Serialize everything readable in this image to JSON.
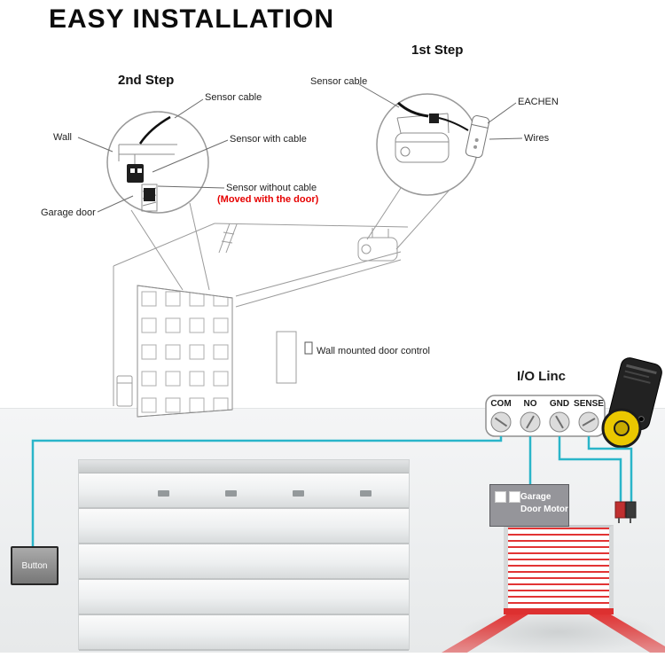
{
  "title": "EASY INSTALLATION",
  "callouts": {
    "step2": {
      "title": "2nd Step",
      "sensor_cable": "Sensor cable",
      "wall": "Wall",
      "sensor_with_cable": "Sensor with cable",
      "garage_door": "Garage door",
      "sensor_without_cable": "Sensor without cable",
      "moved_note": "(Moved with the door)"
    },
    "step1": {
      "title": "1st Step",
      "sensor_cable": "Sensor cable",
      "brand": "EACHEN",
      "wires": "Wires"
    }
  },
  "main": {
    "wall_control": "Wall mounted door control"
  },
  "io": {
    "title": "I/O Linc",
    "terminals": [
      "COM",
      "NO",
      "GND",
      "SENSE"
    ]
  },
  "bottom": {
    "button": "Button",
    "motor_line1": "Garage",
    "motor_line2": "Door Motor"
  },
  "colors": {
    "wire": "#2ab5c9",
    "warning_red": "#e60000",
    "device_yellow": "#eac800"
  }
}
